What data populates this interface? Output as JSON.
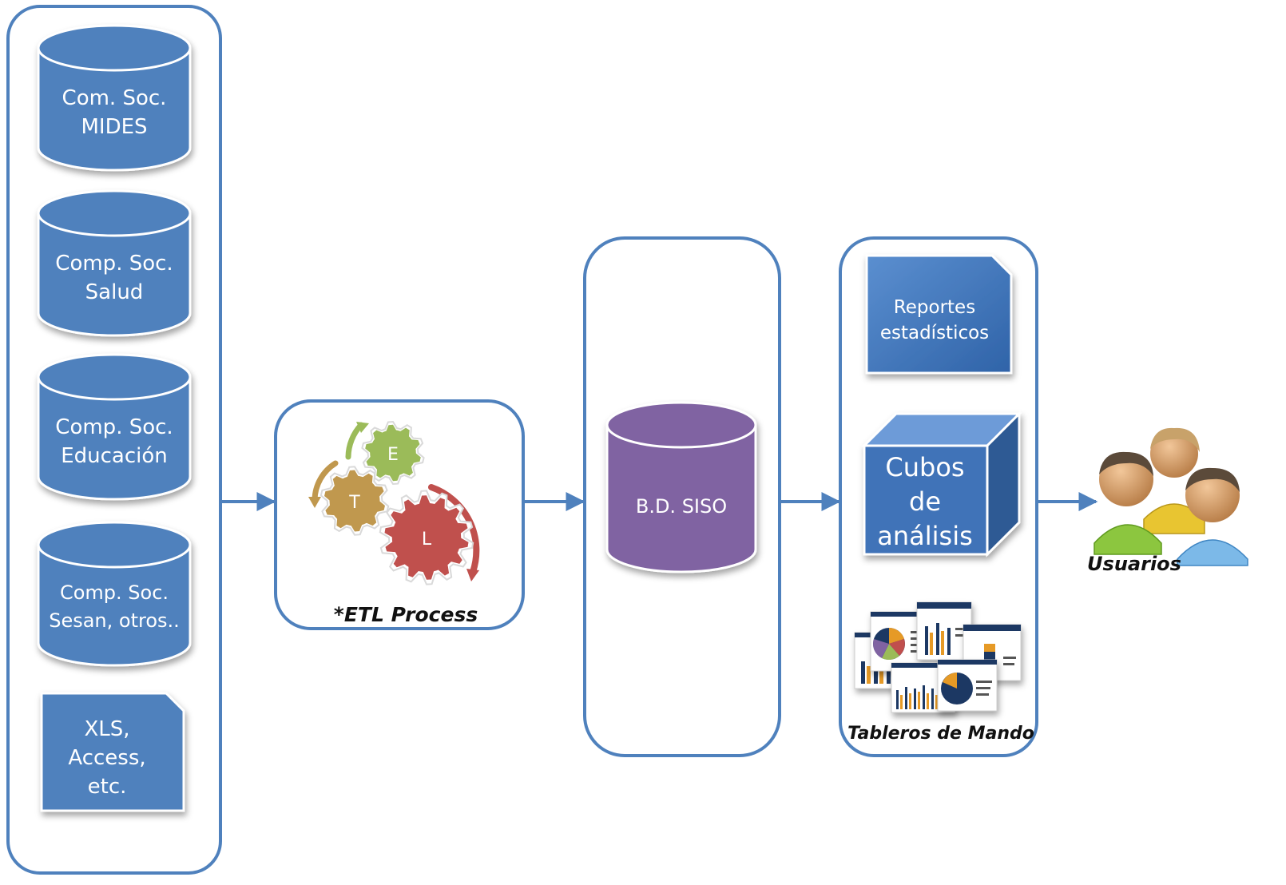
{
  "sources": {
    "databases": [
      {
        "line1": "Com. Soc.",
        "line2": "MIDES"
      },
      {
        "line1": "Comp. Soc.",
        "line2": "Salud"
      },
      {
        "line1": "Comp. Soc.",
        "line2": "Educación"
      },
      {
        "line1": "Comp. Soc.",
        "line2": "Sesan, otros.."
      }
    ],
    "files": {
      "line1": "XLS,",
      "line2": "Access,",
      "line3": "etc."
    }
  },
  "etl": {
    "caption": "*ETL Process",
    "gears": {
      "e": "E",
      "t": "T",
      "l": "L"
    }
  },
  "warehouse": {
    "label": "B.D. SISO"
  },
  "outputs": {
    "reports": {
      "line1": "Reportes",
      "line2": "estadísticos"
    },
    "cubes": {
      "line1": "Cubos",
      "line2": "de",
      "line3": "análisis"
    },
    "dashboards": {
      "caption": "Tableros de Mando"
    }
  },
  "users": {
    "caption": "Usuarios"
  },
  "colors": {
    "border": "#4f81bd",
    "shape_blue": "#4f81bd",
    "shape_purple": "#8064a2",
    "gear_green": "#9bbb59",
    "gear_tan": "#c0984e",
    "gear_red": "#c0504d"
  }
}
